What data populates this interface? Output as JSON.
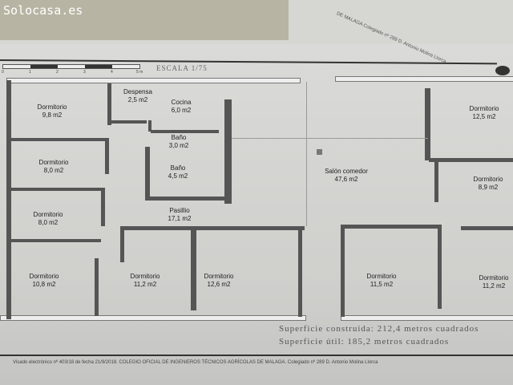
{
  "watermark": "Solocasa.es",
  "stamp_top": "DE MALAGA  Colegiado nº 289 D. Antonio Molina Llorca",
  "scale": {
    "label": "ESCALA  1/75",
    "ticks": [
      "0",
      "1",
      "2",
      "3",
      "4",
      "5 m"
    ]
  },
  "rooms": [
    {
      "name": "Dormitorio",
      "area": "9,8 m2"
    },
    {
      "name": "Despensa",
      "area": "2,5 m2"
    },
    {
      "name": "Cocina",
      "area": "6,0 m2"
    },
    {
      "name": "Baño",
      "area": "3,0 m2"
    },
    {
      "name": "Baño",
      "area": "4,5 m2"
    },
    {
      "name": "Dormitorio",
      "area": "8,0 m2"
    },
    {
      "name": "Dormitorio",
      "area": "8,0 m2"
    },
    {
      "name": "Pasillio",
      "area": "17,1 m2"
    },
    {
      "name": "Salón comedor",
      "area": "47,6 m2"
    },
    {
      "name": "Dormitorio",
      "area": "12,5 m2"
    },
    {
      "name": "Dormitorio",
      "area": "8,9 m2"
    },
    {
      "name": "Dormitorio",
      "area": "10,8 m2"
    },
    {
      "name": "Dormitorio",
      "area": "11,2 m2"
    },
    {
      "name": "Dormitorio",
      "area": "12,6 m2"
    },
    {
      "name": "Dormitorio",
      "area": "11,5 m2"
    },
    {
      "name": "Dormitorio",
      "area": "11,2 m2"
    }
  ],
  "superficie_construida": "Superficie construida: 212,4 metros cuadrados",
  "superficie_util": "Superficie útil: 185,2 metros cuadrados",
  "visado": "Visado electrónico nº 403/18 de fecha 21/9/2018. COLEGIO OFICIAL DE INGENIEROS TÉCNICOS AGRÍCOLAS DE MALAGA. Colegiado nº 289 D. Antonio Molina Llorca"
}
